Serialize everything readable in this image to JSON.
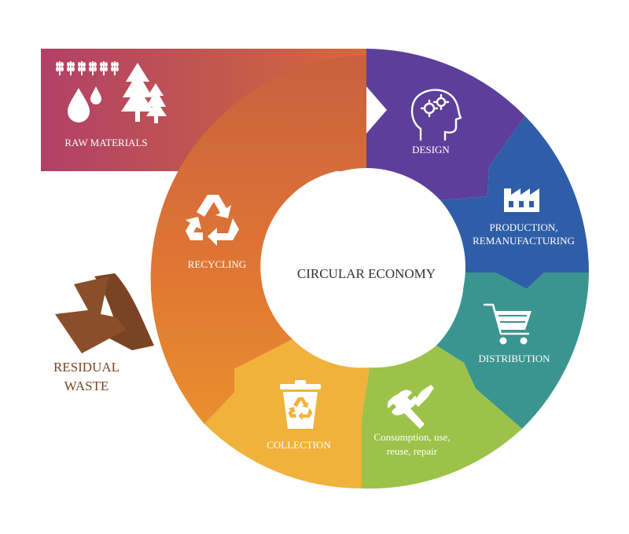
{
  "center": {
    "title": "CIRCULAR ECONOMY"
  },
  "raw_materials": {
    "label": "RAW MATERIALS",
    "color": "#b5446a"
  },
  "stages": [
    {
      "id": "design",
      "label": "DESIGN",
      "icon": "head-gears-icon",
      "color": "#5d3f9b"
    },
    {
      "id": "production",
      "label_lines": [
        "PRODUCTION,",
        "REMANUFACTURING"
      ],
      "icon": "factory-icon",
      "color": "#2f5ea8"
    },
    {
      "id": "distribution",
      "label": "DISTRIBUTION",
      "icon": "shopping-cart-icon",
      "color": "#3a9590"
    },
    {
      "id": "consumption",
      "label_lines": [
        "Consumption, use,",
        "reuse, repair"
      ],
      "icon": "wrench-tools-icon",
      "color": "#9cc24a"
    },
    {
      "id": "collection",
      "label": "COLLECTION",
      "icon": "recycle-bin-icon",
      "color": "#f0b23a"
    },
    {
      "id": "recycling",
      "label": "RECYCLING",
      "icon": "recycle-icon",
      "color": "#e07a37"
    }
  ],
  "residual_waste": {
    "label_lines": [
      "RESIDUAL",
      "WASTE"
    ],
    "color": "#7a4424"
  }
}
